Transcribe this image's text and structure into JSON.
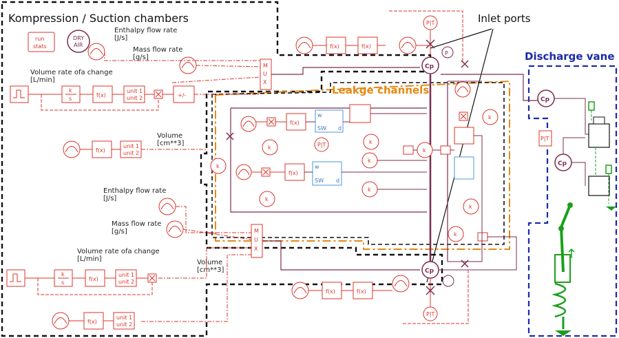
{
  "regions": {
    "kompression": "Kompression / Suction chambers",
    "leakage": "Leakge channels",
    "discharge": "Discharge vane",
    "inlet": "Inlet ports"
  },
  "badges": {
    "run_stats": "run\nstats",
    "dry_air": "DRY\nAIR"
  },
  "labels": {
    "enthalpy_top": "Enthalpy flow rate",
    "enthalpy_top_unit": "[J/s]",
    "mass_top": "Mass flow rate",
    "mass_top_unit": "[g/s]",
    "volrate_top": "Volume rate ofa change",
    "volrate_top_unit": "[L/min]",
    "volume_mid": "Volume",
    "volume_mid_unit": "[cm**3]",
    "enthalpy_bot": "Enthalpy flow rate",
    "enthalpy_bot_unit": "[J/s]",
    "mass_bot": "Mass flow rate",
    "mass_bot_unit": "[g/s]",
    "volrate_bot": "Volume rate ofa change",
    "volrate_bot_unit": "[L/min]",
    "volume_bot": "Volume",
    "volume_bot_unit": "[cm**3]"
  },
  "blocks": {
    "fx": "f(x)",
    "k": "k",
    "s": "s",
    "unit1": "unit 1",
    "unit2": "unit 2",
    "mux": "M\nU\nX",
    "cp": "Cp",
    "pt": "P|T",
    "p": "P",
    "sw": "SW",
    "w": "w",
    "d": "d",
    "pm": "+/-"
  },
  "colors": {
    "red": "#d9342b",
    "plum": "#7a2c4f",
    "black": "#111111",
    "orange": "#e38a14",
    "navy": "#1a2aa8",
    "cyan": "#6aa8e0",
    "green": "#1aa01a"
  }
}
